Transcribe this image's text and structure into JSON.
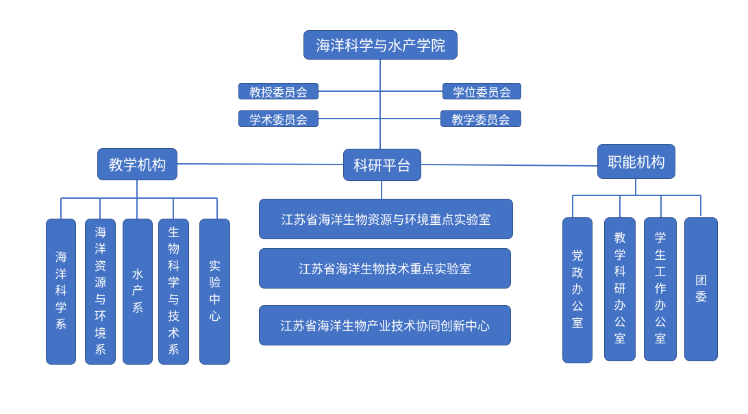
{
  "root": {
    "label": "海洋科学与水产学院"
  },
  "committees": {
    "left": [
      "教授委员会",
      "学术委员会"
    ],
    "right": [
      "学位委员会",
      "教学委员会"
    ]
  },
  "branches": {
    "teaching": {
      "label": "教学机构",
      "children": [
        "海洋科学系",
        "海洋资源与环境系",
        "水产系",
        "生物科学与技术系",
        "实验中心"
      ]
    },
    "research": {
      "label": "科研平台",
      "children": [
        "江苏省海洋生物资源与环境重点实验室",
        "江苏省海洋生物技术重点实验室",
        "江苏省海洋生物产业技术协同创新中心"
      ]
    },
    "functional": {
      "label": "职能机构",
      "children": [
        "党政办公室",
        "教学科研办公室",
        "学生工作办公室",
        "团委"
      ]
    }
  },
  "colors": {
    "box_fill": "#4472c4",
    "box_border": "#2f528f",
    "line": "#4472c4",
    "text": "#ffffff"
  }
}
